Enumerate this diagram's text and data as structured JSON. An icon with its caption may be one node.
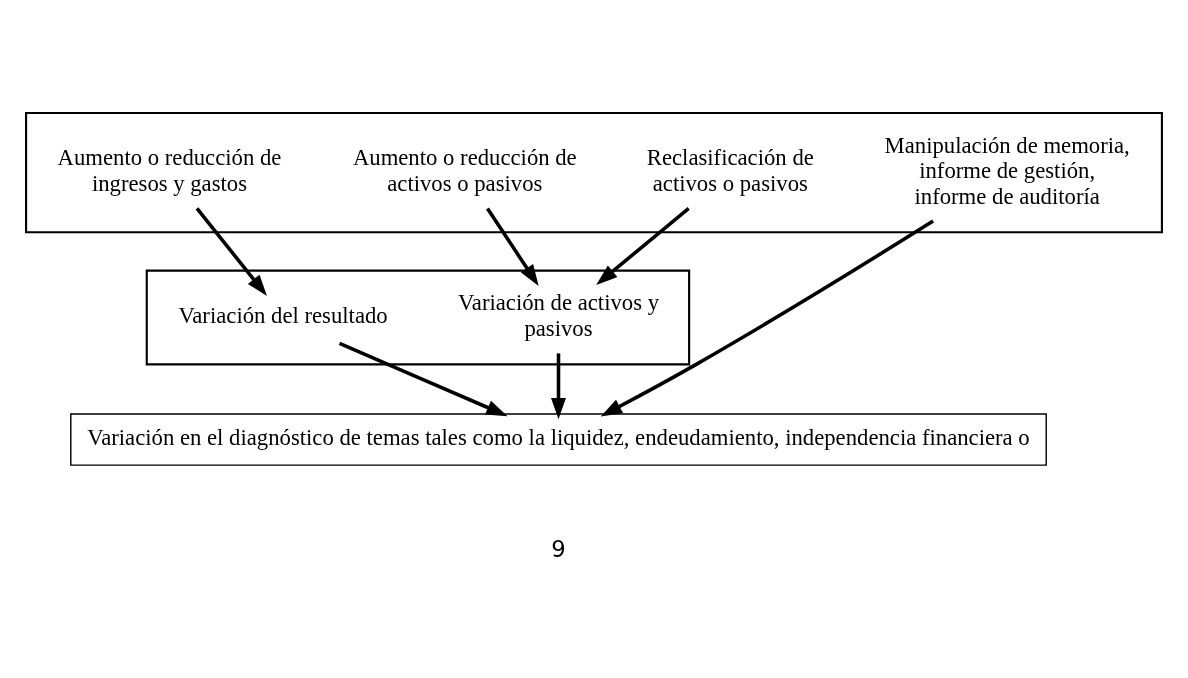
{
  "diagram": {
    "nodes": [
      {
        "text": [],
        "shape": "box"
      },
      {
        "text": [
          "Aumento o reducción de ingresos y gastos"
        ],
        "in": 0
      },
      {
        "text": [
          "Aumento o reducción de activos o pasivos"
        ],
        "in": 0
      },
      {
        "text": [
          "Reclasificación de activos o pasivos"
        ],
        "in": 0
      },
      {
        "text": [
          "Manipulación de memoria, informe de gestión, informe de auditoría"
        ],
        "in": 0
      },
      {
        "text": [],
        "shape": "box"
      },
      {
        "text": [
          "Variación del resultado"
        ],
        "in": 5
      },
      {
        "text": [
          "Variación de activos y pasivos"
        ],
        "in": 5
      },
      {
        "text": [
          "Variación en el diagnóstico de temas tales como la liquidez, endeudamiento, independencia financiera o"
        ]
      }
    ],
    "edges": [
      {
        "from": 1,
        "to": 6,
        "arrow": "to"
      },
      {
        "from": 2,
        "to": 7,
        "arrow": "to"
      },
      {
        "from": 3,
        "to": 7,
        "arrow": "to"
      },
      {
        "from": 4,
        "to": 8,
        "arrow": "to"
      },
      {
        "from": 6,
        "to": 8,
        "arrow": "to"
      },
      {
        "from": 7,
        "to": 8,
        "arrow": "to"
      }
    ],
    "labels": [
      "9"
    ]
  }
}
